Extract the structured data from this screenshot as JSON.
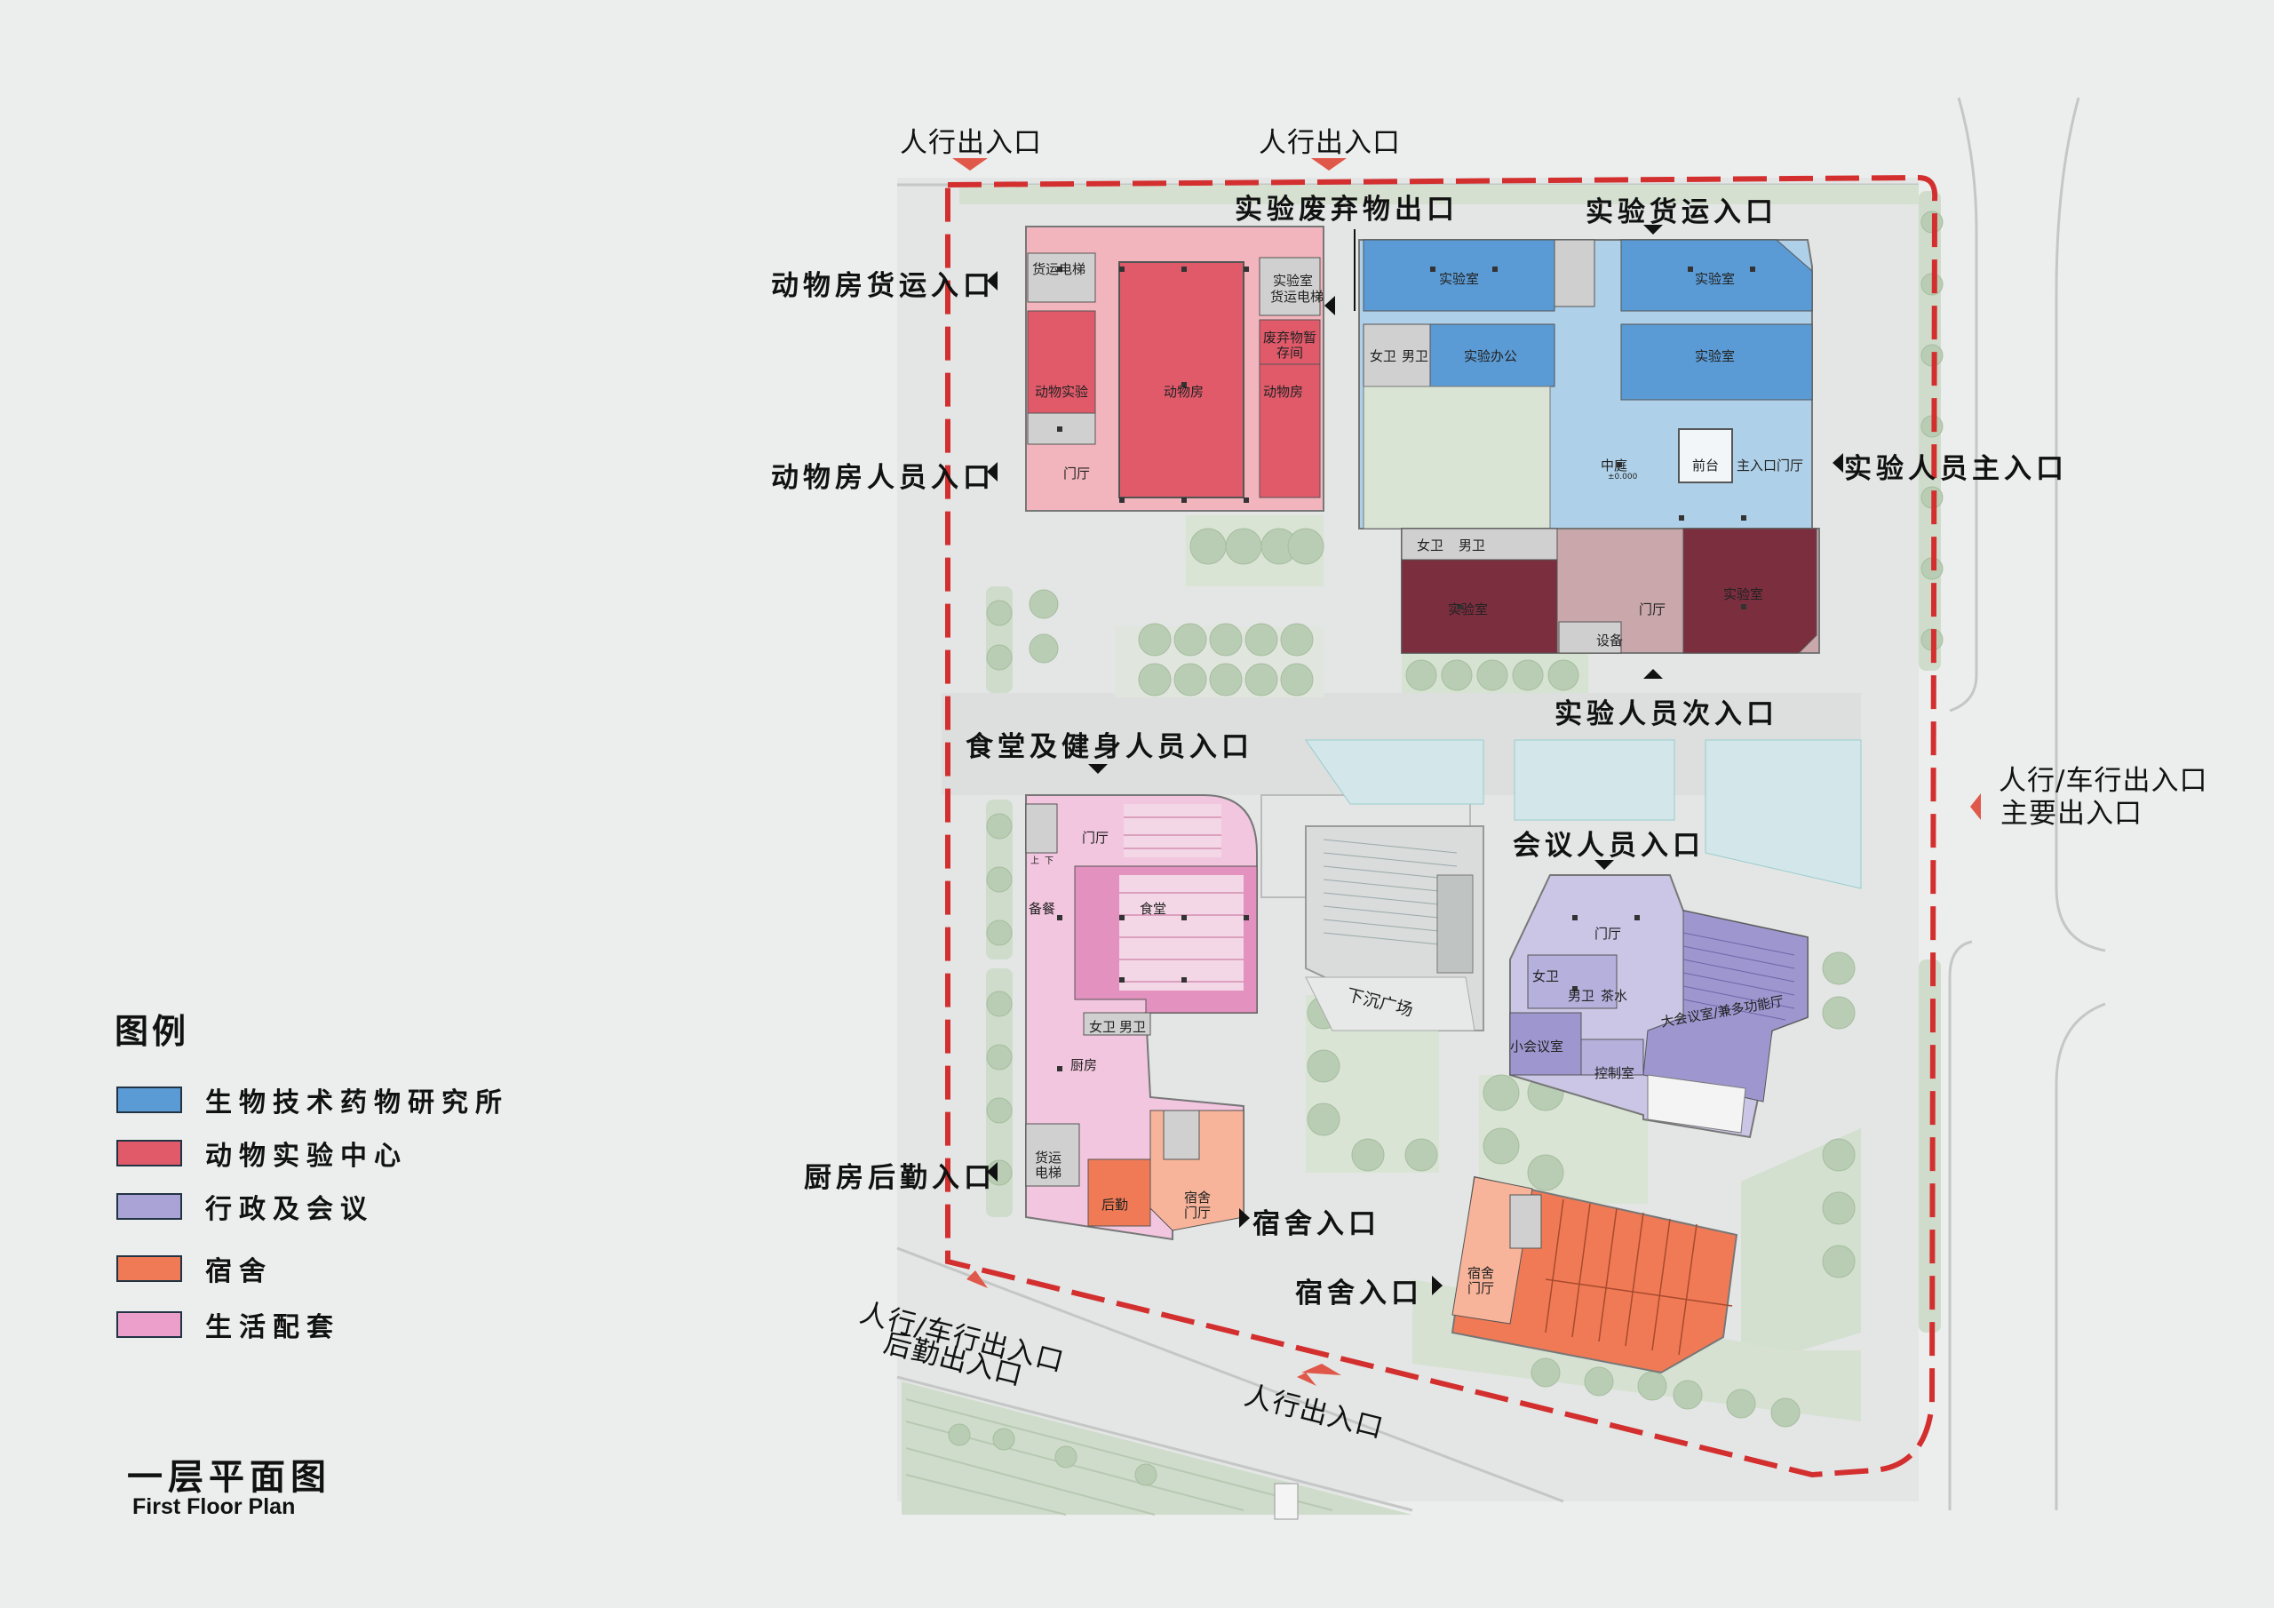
{
  "legend": {
    "title": "图例",
    "items": [
      {
        "label": "生物技术药物研究所",
        "color": "#5b9bd5"
      },
      {
        "label": "动物实验中心",
        "color": "#e05a6a"
      },
      {
        "label": "行政及会议",
        "color": "#a9a3d6"
      },
      {
        "label": "宿舍",
        "color": "#f07a55"
      },
      {
        "label": "生活配套",
        "color": "#ec9fcb"
      }
    ]
  },
  "plan": {
    "title": "一层平面图",
    "subtitle": "First Floor Plan"
  },
  "entrances": {
    "ped_top_left": "人行出入口",
    "ped_top_mid": "人行出入口",
    "lab_waste_exit": "实验废弃物出口",
    "lab_cargo_entry": "实验货运入口",
    "animal_cargo_entry": "动物房货运入口",
    "animal_staff_entry": "动物房人员入口",
    "lab_staff_main_entry": "实验人员主入口",
    "lab_staff_secondary_entry": "实验人员次入口",
    "canteen_gym_entry": "食堂及健身人员入口",
    "conference_entry": "会议人员入口",
    "main_gate_line1": "人行/车行出入口",
    "main_gate_line2": "主要出入口",
    "kitchen_service_entry": "厨房后勤入口",
    "dorm_entry_1": "宿舍入口",
    "dorm_entry_2": "宿舍入口",
    "sw_gate_line1": "人行/车行出入口",
    "sw_gate_line2": "后勤出入口",
    "ped_bottom": "人行出入口"
  },
  "rooms": {
    "cargo_elevator_1": "货运电梯",
    "animal_lab": "动物实验",
    "animal_room_main": "动物房",
    "lab_room_small": "实验室",
    "cargo_elevator_2": "货运电梯",
    "waste_storage": "废弃物暂存间",
    "animal_room_2": "动物房",
    "lobby_animal": "门厅",
    "lab_1": "实验室",
    "lab_2": "实验室",
    "lab_3": "实验室",
    "women_wc_1": "女卫",
    "men_wc_1": "男卫",
    "lab_office": "实验办公",
    "courtyard": "中庭",
    "elevation_mark": "±0.000",
    "reception": "前台",
    "main_lobby": "主入口门厅",
    "women_wc_2": "女卫",
    "men_wc_2": "男卫",
    "lab_4": "实验室",
    "lab_5": "实验室",
    "lobby_lab": "门厅",
    "equipment": "设备",
    "lobby_canteen": "门厅",
    "prep": "备餐",
    "canteen": "食堂",
    "women_wc_3": "女卫",
    "men_wc_3": "男卫",
    "kitchen": "厨房",
    "cargo_elevator_3": "货运电梯",
    "logistics": "后勤",
    "dorm_lobby_1": "宿舍门厅",
    "sunken_plaza": "下沉广场",
    "lobby_conf": "门厅",
    "women_wc_4": "女卫",
    "men_wc_4": "男卫",
    "tea_room": "茶水",
    "small_meeting": "小会议室",
    "control_room": "控制室",
    "large_meeting": "大会议室/兼多功能厅",
    "dorm_lobby_2": "宿舍门厅",
    "stair_up": "上",
    "stair_down": "下"
  }
}
